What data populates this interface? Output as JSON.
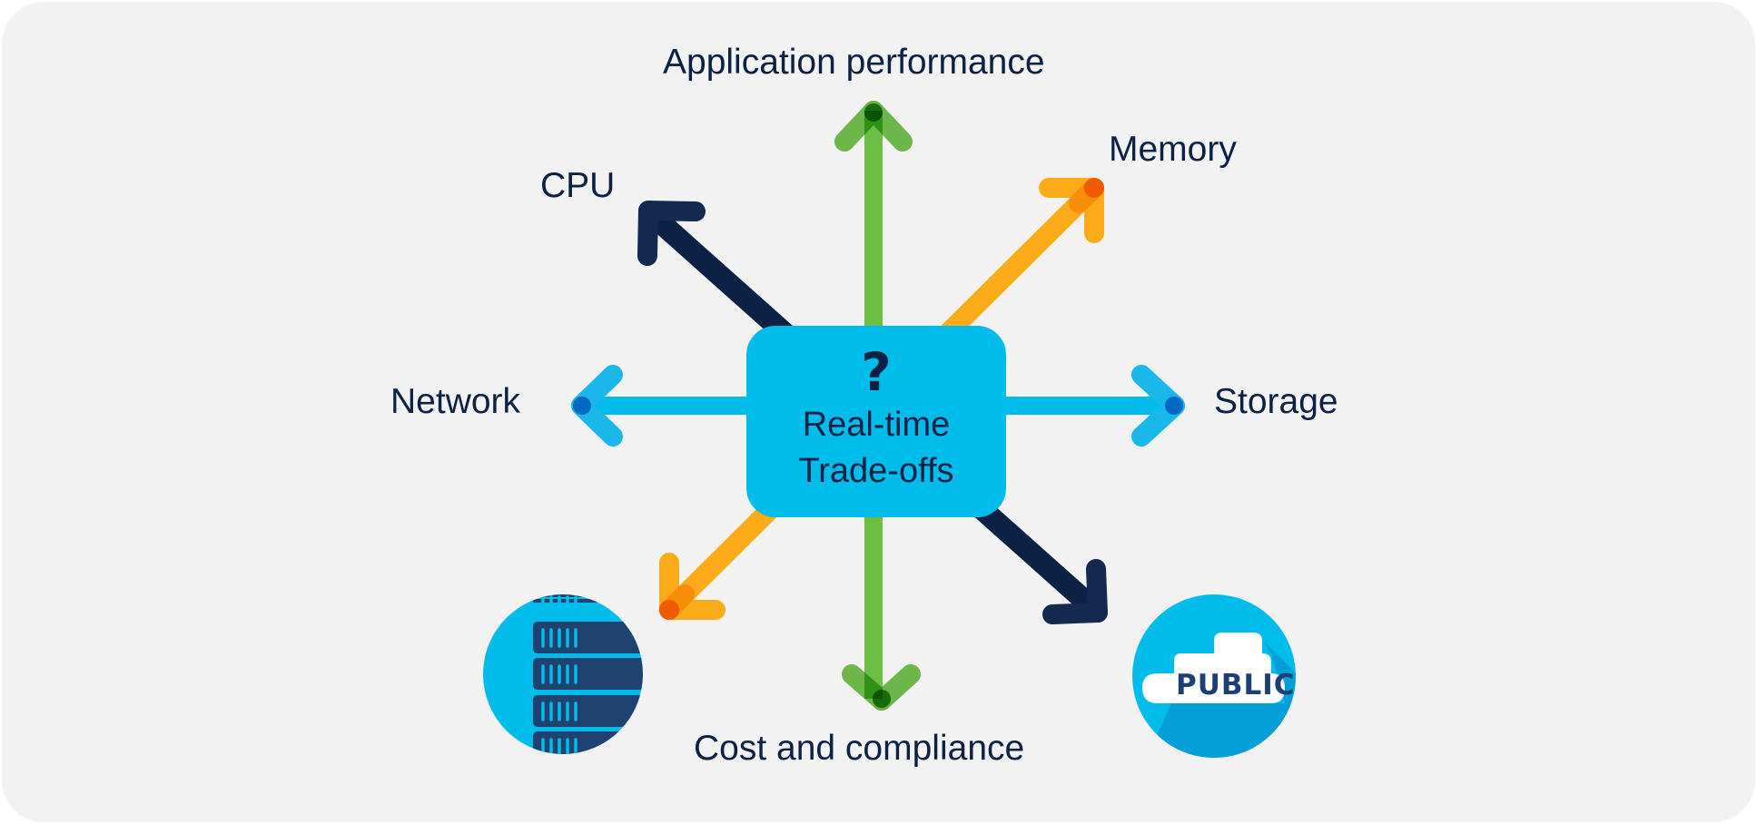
{
  "diagram": {
    "center": {
      "icon": "question-mark-icon",
      "line1": "Real-time",
      "line2": "Trade-offs"
    },
    "labels": {
      "top": "Application performance",
      "top_right": "Memory",
      "top_left": "CPU",
      "left": "Network",
      "right": "Storage",
      "bottom": "Cost and compliance"
    },
    "icons": {
      "bottom_left": "on-premises-server-rack-icon",
      "bottom_right": "public-cloud-icon",
      "cloud_text": "PUBLIC"
    },
    "colors": {
      "background": "#f2f2f2",
      "center_box": "#00bceb",
      "text": "#0d2145",
      "green_axis": "#6cbe45",
      "orange_axis": "#fbab18",
      "navy_axis": "#0d2145",
      "blue_axis": "#00bceb"
    }
  }
}
